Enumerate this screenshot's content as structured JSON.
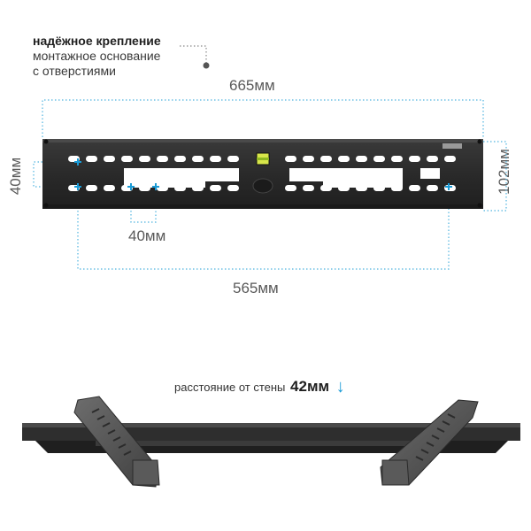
{
  "headline": {
    "strong": "надёжное крепление",
    "line2": "монтажное основание",
    "line3": "с отверстиями"
  },
  "dimensions": {
    "width_total": "665мм",
    "height_total": "102мм",
    "hole_vertical": "40мм",
    "hole_horizontal": "40мм",
    "hole_span": "565мм"
  },
  "wall": {
    "label": "расстояние от стены",
    "value": "42мм",
    "arrow_icon": "arrow-down-icon"
  },
  "colors": {
    "accent": "#1a9bd6",
    "bracket": "#2e2e2e",
    "guide": "#4fb3df"
  }
}
